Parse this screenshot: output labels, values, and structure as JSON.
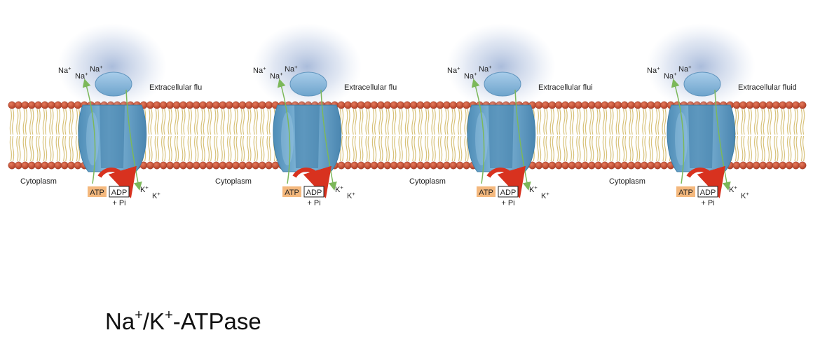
{
  "diagram": {
    "title": {
      "base1": "Na",
      "sup1": "+",
      "mid": "/K",
      "sup2": "+",
      "rest": "-ATPase"
    },
    "ion_na": "Na",
    "ion_k": "K",
    "ion_charge": "+",
    "pi_label": "+ Pi",
    "units": [
      {
        "cytoplasm": "Cytoplasm",
        "extracellular": "Extracellular flu",
        "atp": "ATP",
        "adp": "ADP"
      },
      {
        "cytoplasm": "Cytoplasm",
        "extracellular": "Extracellular flu",
        "atp": "ATP",
        "adp": "ADP"
      },
      {
        "cytoplasm": "Cytoplasm",
        "extracellular": "Extracellular flui",
        "atp": "ATP",
        "adp": "ADP"
      },
      {
        "cytoplasm": "Cytoplasm",
        "extracellular": "Extracellular fluid",
        "atp": "ATP",
        "adp": "ADP"
      }
    ],
    "colors": {
      "lipid_head": "#c9553a",
      "lipid_head_dark": "#9a3b26",
      "lipid_tail": "#d8c27a",
      "protein": "#6aa3c8",
      "protein_dark": "#3f7ea6",
      "arrow_green": "#7cb85a",
      "arrow_red": "#d8321f",
      "atp_fill": "#f4b87d",
      "glow": "#9fb3d6"
    }
  }
}
